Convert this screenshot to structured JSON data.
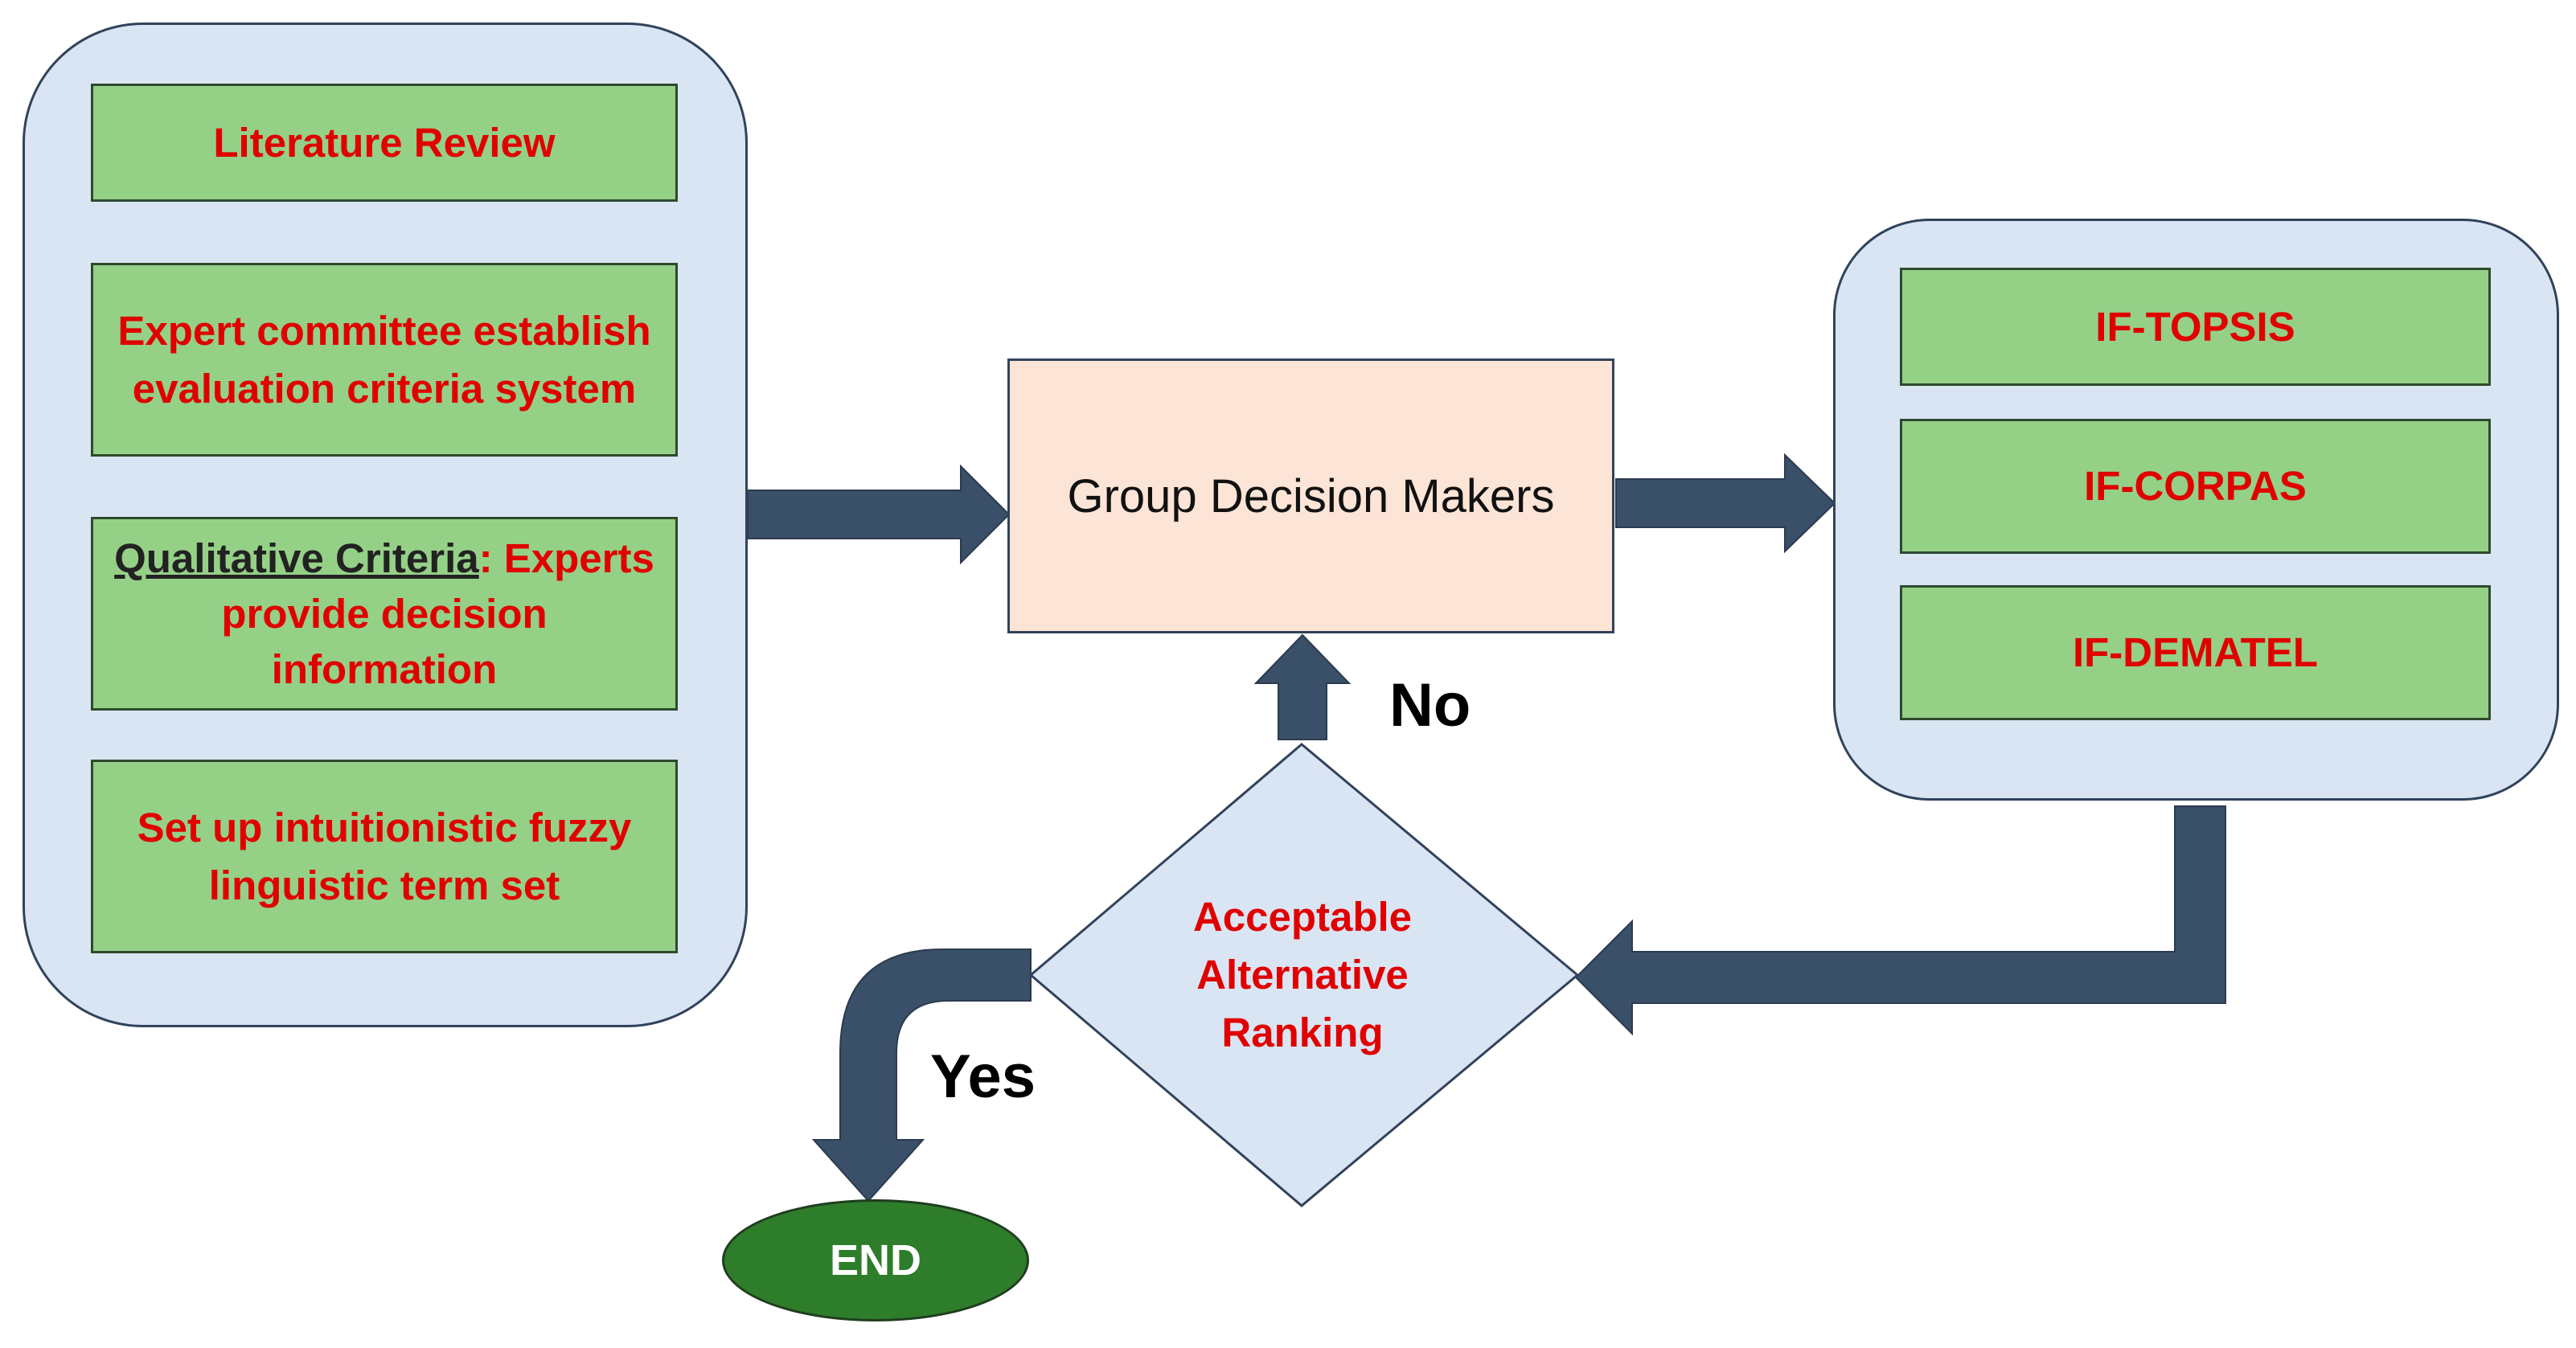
{
  "left_panel": {
    "literature_review": "Literature Review",
    "expert_committee_line1": "Expert committee establish",
    "expert_committee_line2": "evaluation criteria system",
    "qualitative_underlined": "Qualitative Criteria",
    "qualitative_rest": ": Experts",
    "qualitative_line2": "provide decision",
    "qualitative_line3": "information",
    "fuzzy_line1": "Set up intuitionistic fuzzy",
    "fuzzy_line2": "linguistic term set"
  },
  "center": {
    "group_decision_makers": "Group Decision Makers"
  },
  "right_panel": {
    "method1": "IF-TOPSIS",
    "method2": "IF-CORPAS",
    "method3": "IF-DEMATEL"
  },
  "decision": {
    "line1": "Acceptable",
    "line2": "Alternative",
    "line3": "Ranking"
  },
  "labels": {
    "no": "No",
    "yes": "Yes"
  },
  "end": "END",
  "colors": {
    "panel_fill": "#dae5f4",
    "green_box": "#95d087",
    "red_text": "#e00000",
    "arrow": "#3a5068",
    "gdm_fill": "#fce4d6",
    "end_fill": "#2e7d2a"
  }
}
